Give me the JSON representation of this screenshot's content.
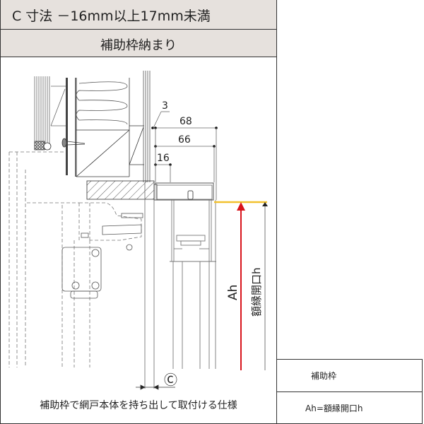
{
  "header": {
    "title": "C 寸法 －16mm以上17mm未満",
    "subtitle": "補助枠納まり"
  },
  "diagram": {
    "dimensions": {
      "d3": "3",
      "d68": "68",
      "d66": "66",
      "d16": "16"
    },
    "labels": {
      "ah": "Ah",
      "frame_opening": "額縁開口h",
      "c_mark": "Ⓒ"
    },
    "colors": {
      "sub_frame_line": "#f2c12e",
      "ah_arrow": "#d8141c",
      "frame_opening_arrow": "#222222",
      "line": "#555555"
    }
  },
  "caption": "補助枠で網戸本体を持ち出して取付ける仕様",
  "legend": {
    "items": [
      {
        "label": "補助枠"
      },
      {
        "label": "Ah=額縁開口h"
      }
    ]
  }
}
